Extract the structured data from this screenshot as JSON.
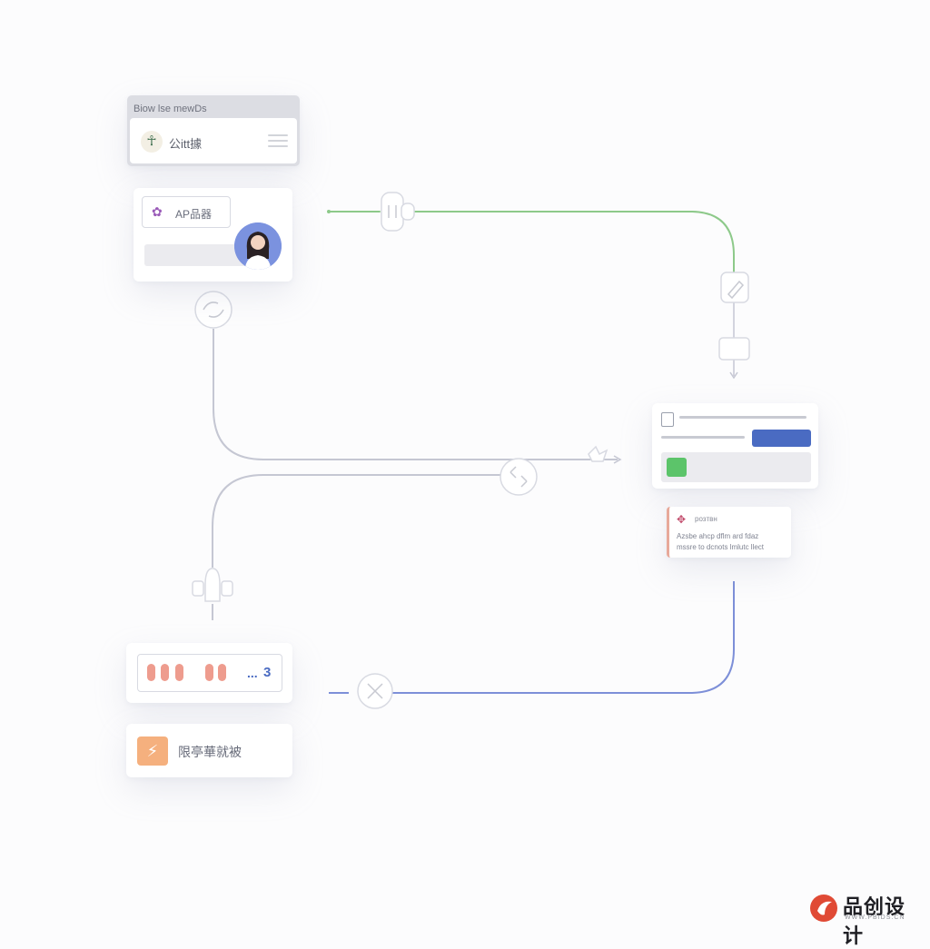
{
  "colors": {
    "green_connector": "#8dc98a",
    "gray_connector": "#c5c7d3",
    "blue_connector": "#7d8fd8",
    "node_stroke": "#d8dae2",
    "primary_blue": "#4a6bc2",
    "green_badge": "#5cc46a",
    "salmon": "#ee9c8e",
    "orange_logo": "#f5b07e"
  },
  "card_a": {
    "title": "Biow lse mewDs",
    "label": "公itt據"
  },
  "card_b": {
    "chip_label": "AP品器"
  },
  "card_d": {
    "tag": "розтвн",
    "body_line1": "Azsbe ahcp dflm ard fdaz",
    "body_line2": "mssre to dcnots lmlutc llect"
  },
  "card_e": {
    "pages_shown": 5,
    "ellipsis": "...",
    "last_page": "3"
  },
  "card_f": {
    "label": "限亭華就被"
  },
  "watermark": {
    "brand": "品创设计",
    "url": "WWW.PBIDS.CN"
  },
  "icons": {
    "card_a_logo": "running-figure-icon",
    "card_a_menu": "menu-lines-icon",
    "card_b_chip": "sparkle-icon",
    "card_b_avatar": "user-avatar-icon",
    "card_c_doc": "document-icon",
    "card_d_badge": "figure-icon",
    "card_f_logo": "bolt-logo-icon",
    "node_1": "plug-icon",
    "node_2": "edit-icon",
    "node_3": "square-icon",
    "node_4": "sync-icon",
    "node_5": "bird-icon",
    "node_6": "transfer-icon",
    "node_7": "bell-icon",
    "node_8": "close-icon"
  }
}
